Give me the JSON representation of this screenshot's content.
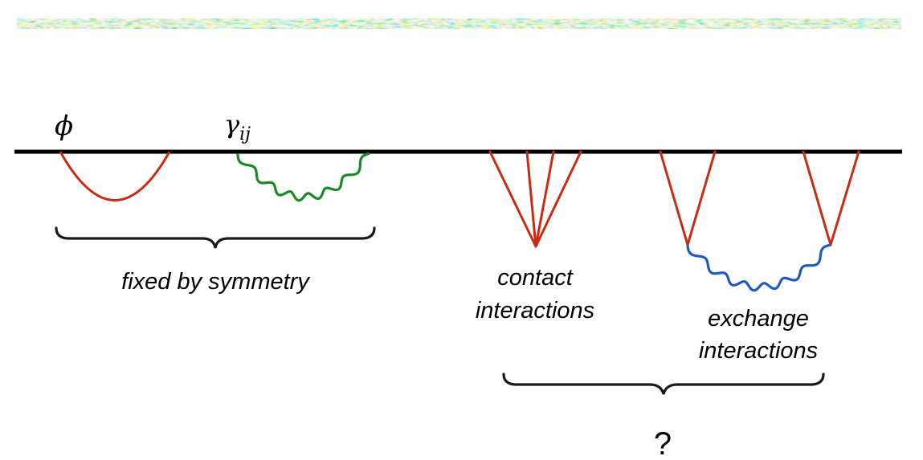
{
  "labels": {
    "phi": "ϕ",
    "gamma": "γ",
    "gamma_subscript": "ij",
    "fixed_by_symmetry": "fixed by symmetry",
    "contact_line1": "contact",
    "contact_line2": "interactions",
    "exchange_line1": "exchange",
    "exchange_line2": "interactions",
    "question": "?"
  },
  "colors": {
    "scalar_line": "#cc2a12",
    "graviton_line": "#1a8a28",
    "exchange_wavy": "#1f5bbf",
    "time_slice": "#000000",
    "brace": "#1a1a1a"
  },
  "icons": {
    "cmb_strip": "cmb-map-strip"
  }
}
